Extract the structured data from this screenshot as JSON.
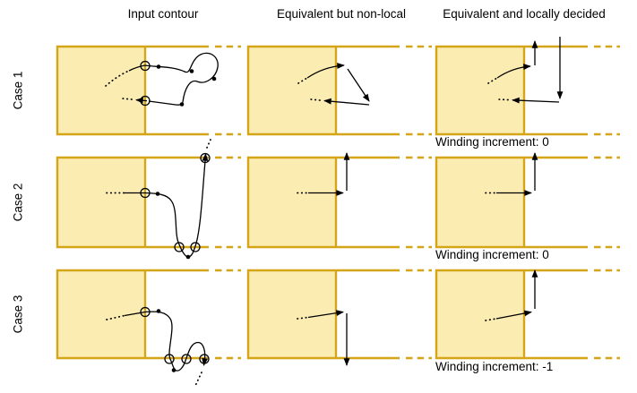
{
  "figure": {
    "column_headers": [
      "Input contour",
      "Equivalent but non-local",
      "Equivalent and locally decided"
    ],
    "row_labels": [
      "Case 1",
      "Case 2",
      "Case 3"
    ],
    "winding_labels": [
      "Winding increment: 0",
      "Winding increment: 0",
      "Winding increment: -1"
    ]
  },
  "colors": {
    "region_fill": "#FBECB2",
    "region_border": "#D4A517",
    "contour_line": "#000000",
    "text": "#000000",
    "background": "#FFFFFF"
  }
}
